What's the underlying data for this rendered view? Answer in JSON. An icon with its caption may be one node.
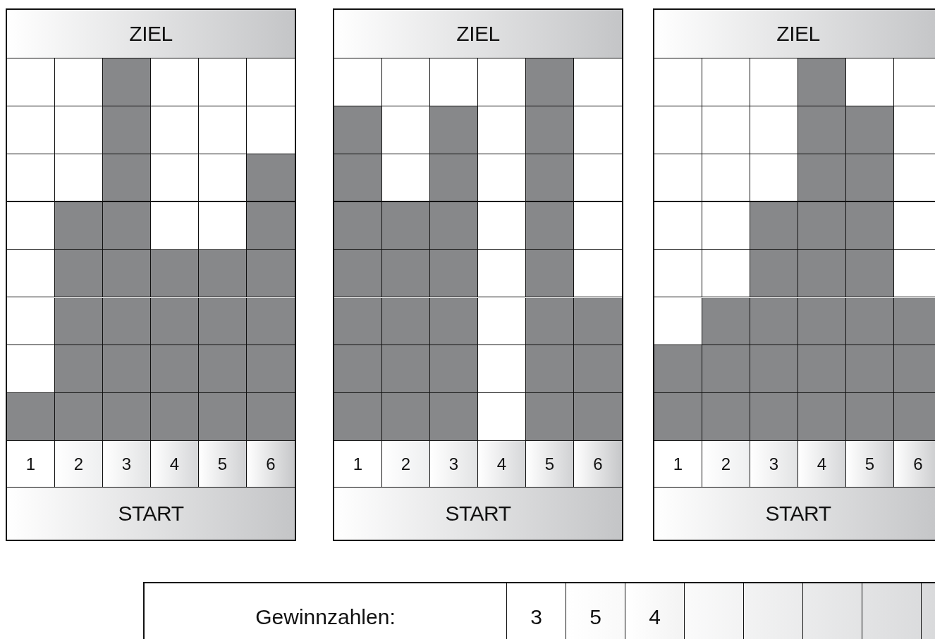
{
  "diagram": {
    "labels": [
      "ZIEL",
      "ZIEL",
      "ZIEL",
      "1",
      "2",
      "3",
      "4",
      "5",
      "6",
      "1",
      "2",
      "3",
      "4",
      "5",
      "6",
      "1",
      "2",
      "3",
      "4",
      "5",
      "6",
      "START",
      "START",
      "START",
      "Gewinnzahlen:",
      "3",
      "5",
      "4"
    ]
  }
}
